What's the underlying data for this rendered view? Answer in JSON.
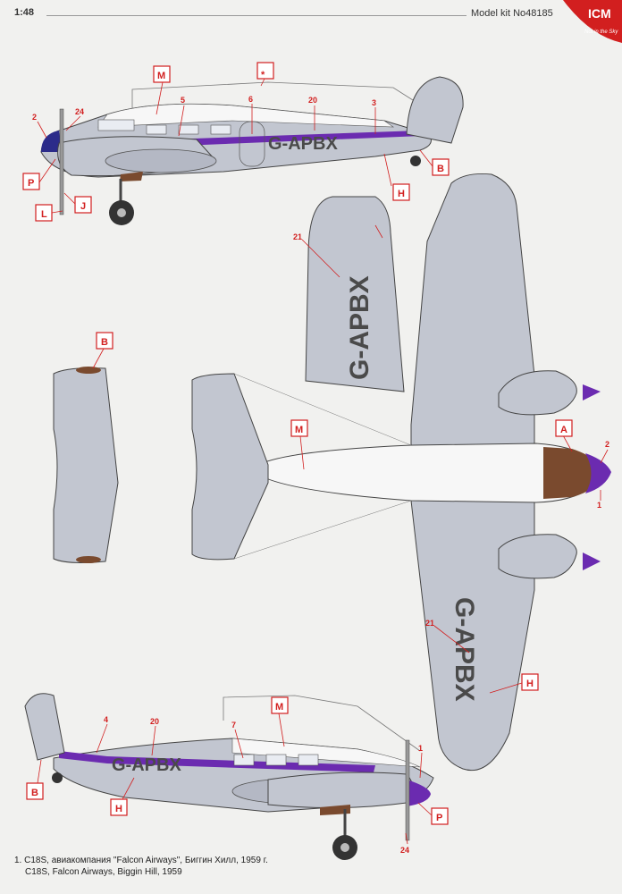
{
  "header": {
    "scale": "1:48",
    "kit": "Model kit No48185",
    "logo": "ICM",
    "logo_tagline": "Not in the Sky"
  },
  "registration": "G-APBX",
  "labels": {
    "M": "M",
    "star": "*",
    "A": "A",
    "B": "B",
    "H": "H",
    "J": "J",
    "L": "L",
    "P": "P"
  },
  "numbers": {
    "n1": "1",
    "n2": "2",
    "n3": "3",
    "n4": "4",
    "n5": "5",
    "n6": "6",
    "n7": "7",
    "n20": "20",
    "n21": "21",
    "n24": "24"
  },
  "caption": {
    "line1": "1. C18S, авиакомпания \"Falcon Airways\", Биггин Хилл, 1959 г.",
    "line2": "C18S, Falcon Airways, Biggin Hill, 1959"
  },
  "colors": {
    "aluminium": "#c2c6d0",
    "white": "#f7f7f7",
    "purple": "#6b2bb0",
    "brown": "#7a4a2e",
    "red": "#d21f1f"
  }
}
